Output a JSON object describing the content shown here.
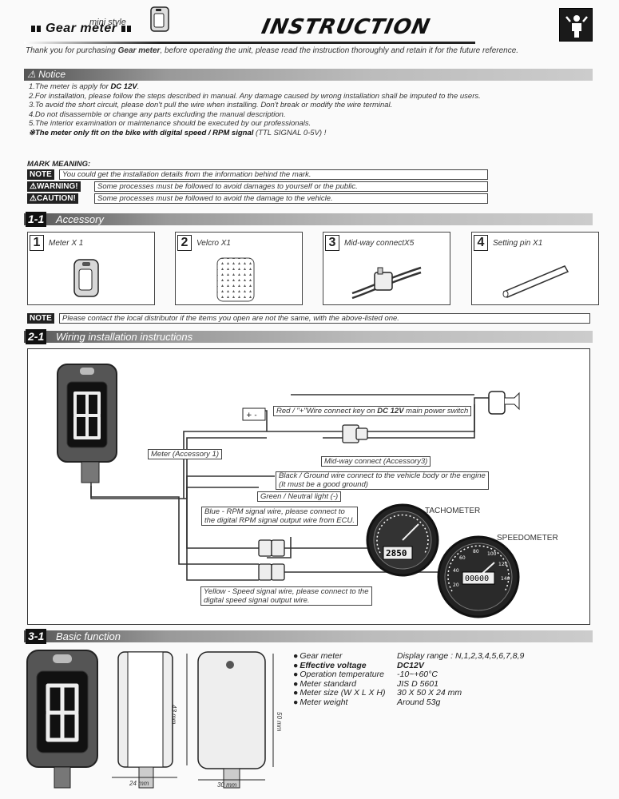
{
  "header": {
    "brand_small": "mini style",
    "brand_big": "Gear meter",
    "title": "INSTRUCTION"
  },
  "intro": {
    "pre": "Thank you for purchasing ",
    "product": "Gear meter",
    "post": ", before operating the unit, please read the instruction thoroughly and retain it for the future reference."
  },
  "notice": {
    "title": "Notice",
    "items": [
      {
        "pre": "1.The meter is apply for ",
        "bold": "DC 12V",
        "post": "."
      },
      {
        "pre": "2.For installation, please follow the steps described in manual. Any damage caused by wrong installation shall be imputed to the users.",
        "bold": "",
        "post": ""
      },
      {
        "pre": "3.To avoid the short circuit, please don't pull the wire when installing. Don't break or modify the wire terminal.",
        "bold": "",
        "post": ""
      },
      {
        "pre": "4.Do not disassemble or change any parts excluding the manual description.",
        "bold": "",
        "post": ""
      },
      {
        "pre": "5.The interior examination or maintenance should be executed by our professionals.",
        "bold": "",
        "post": ""
      }
    ],
    "emphasis_bold": "※The meter only fit on the bike with digital speed / RPM signal",
    "emphasis_tail": " (TTL SIGNAL 0-5V) !"
  },
  "mark_meaning": {
    "heading": "MARK MEANING:",
    "rows": [
      {
        "tag": "NOTE",
        "text": "You could get the installation details from the information behind the mark."
      },
      {
        "tag": "⚠WARNING!",
        "text": "Some processes must be followed to avoid damages to yourself or the public."
      },
      {
        "tag": "⚠CAUTION!",
        "text": "Some processes must be followed to avoid the damage to the vehicle."
      }
    ]
  },
  "accessory": {
    "num": "1-1",
    "title": "Accessory",
    "items": [
      {
        "n": "1",
        "label": "Meter X 1"
      },
      {
        "n": "2",
        "label": "Velcro X1"
      },
      {
        "n": "3",
        "label": "Mid-way connectX5"
      },
      {
        "n": "4",
        "label": "Setting pin X1"
      }
    ],
    "note_tag": "NOTE",
    "note": "Please contact the local distributor if the items you open are not the same, with the above-listed one."
  },
  "wiring": {
    "num": "2-1",
    "title": "Wiring installation instructions",
    "callouts": {
      "red_pre": "Red / \"+\"Wire connect key on ",
      "red_bold": "DC 12V",
      "red_post": " main power switch",
      "meter": "Meter (Accessory 1)",
      "midway": "Mid-way connect (Accessory3)",
      "black_1": "Black / Ground wire connect to the vehicle body or the engine",
      "black_2": "(It must be a good ground)",
      "green": "Green / Neutral light (-)",
      "blue_1": "Blue - RPM signal wire, please connect to",
      "blue_2": "the digital RPM signal output wire from ECU.",
      "yellow_1": "Yellow - Speed signal wire, please connect to the",
      "yellow_2": "digital speed signal output wire."
    },
    "tachometer": "TACHOMETER",
    "speedometer": "SPEEDOMETER",
    "tach_readout": "2850",
    "speedo_readout": "00000",
    "gauge_ticks": [
      "20",
      "40",
      "60",
      "80",
      "100",
      "120",
      "140"
    ],
    "battery_signs": "+  -"
  },
  "basic": {
    "num": "3-1",
    "title": "Basic function",
    "specs": [
      {
        "k": "Gear meter",
        "v": "Display range : N,1,2,3,4,5,6,7,8,9",
        "bold": false
      },
      {
        "k": "Effective voltage",
        "v": "DC12V",
        "bold": true
      },
      {
        "k": "Operation temperature",
        "v": "-10~+60°C",
        "bold": false
      },
      {
        "k": "Meter standard",
        "v": "JIS D 5601",
        "bold": false
      },
      {
        "k": "Meter size  (W X L X H)",
        "v": "30 X 50 X 24 mm",
        "bold": false
      },
      {
        "k": "Meter weight",
        "v": "Around 53g",
        "bold": false
      }
    ],
    "dims": {
      "h43": "43 mm",
      "h50": "50 mm",
      "w24": "24 mm",
      "w30": "30 mm"
    }
  }
}
